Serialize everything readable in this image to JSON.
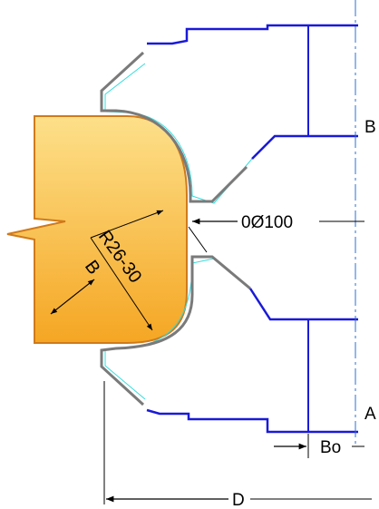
{
  "labels": {
    "radius": "R26-30",
    "b_dim": "B",
    "diameter": "0Ø100",
    "b_right": "B",
    "a_right": "A",
    "bo": "Bo",
    "d": "D"
  },
  "colors": {
    "profile_fill_top": "#fde08a",
    "profile_fill_bottom": "#f5a623",
    "profile_stroke": "#d07a1a",
    "cutter_body": "#1a1ad8",
    "cutter_edge": "#7a7a7a",
    "clearance_line": "#33dddd",
    "centerline": "#2a6fd6",
    "dimension": "#000000"
  }
}
